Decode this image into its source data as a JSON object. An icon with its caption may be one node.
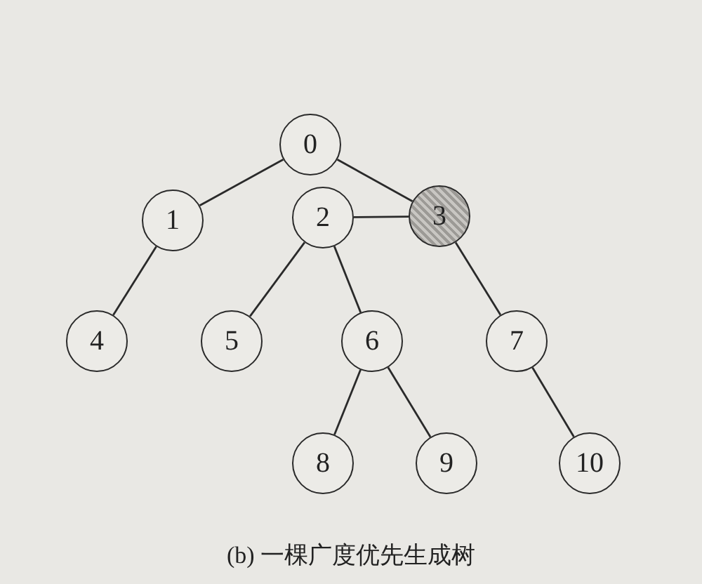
{
  "diagram": {
    "caption": "(b) 一棵广度优先生成树",
    "nodes": [
      {
        "text": [
          "0"
        ]
      },
      {
        "text": [
          "1"
        ]
      },
      {
        "text": [
          "2"
        ]
      },
      {
        "text": [
          "3"
        ]
      },
      {
        "text": [
          "4"
        ]
      },
      {
        "text": [
          "5"
        ]
      },
      {
        "text": [
          "6"
        ]
      },
      {
        "text": [
          "7"
        ]
      },
      {
        "text": [
          "8"
        ]
      },
      {
        "text": [
          "9"
        ]
      },
      {
        "text": [
          "10"
        ]
      }
    ],
    "edges": [
      {
        "from": 0,
        "to": 1,
        "arrow": "none"
      },
      {
        "from": 0,
        "to": 3,
        "arrow": "none"
      },
      {
        "from": 1,
        "to": 4,
        "arrow": "none"
      },
      {
        "from": 2,
        "to": 3,
        "arrow": "none"
      },
      {
        "from": 2,
        "to": 5,
        "arrow": "none"
      },
      {
        "from": 2,
        "to": 6,
        "arrow": "none"
      },
      {
        "from": 3,
        "to": 7,
        "arrow": "none"
      },
      {
        "from": 6,
        "to": 8,
        "arrow": "none"
      },
      {
        "from": 6,
        "to": 9,
        "arrow": "none"
      },
      {
        "from": 7,
        "to": 10,
        "arrow": "none"
      }
    ]
  }
}
